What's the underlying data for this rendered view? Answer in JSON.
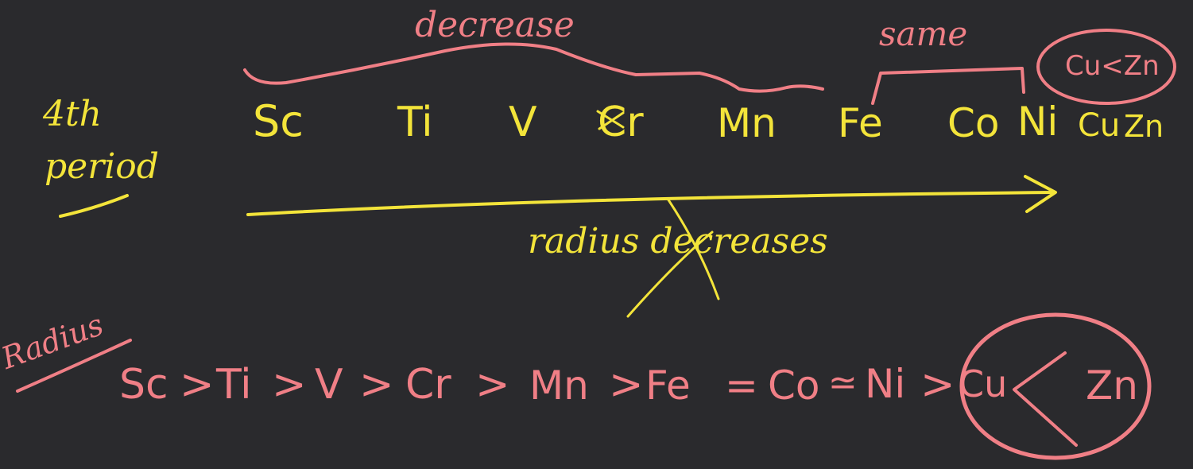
{
  "colors": {
    "background": "#2a2a2d",
    "yellow_ink": "#f3e43a",
    "pink_ink": "#f07f86"
  },
  "period_label": {
    "line1": "4th",
    "line2": "period"
  },
  "elements": [
    "Sc",
    "Ti",
    "V",
    "Cr",
    "Mn",
    "Fe",
    "Co",
    "Ni",
    "Cu",
    "Zn"
  ],
  "annotations": {
    "decrease": "decrease",
    "same": "same",
    "cu_zn_note": "Cu<Zn",
    "radius_decreases": "radius decreases"
  },
  "radius_order": {
    "label": "Radius",
    "parts": [
      "Sc",
      ">",
      "Ti",
      ">",
      "V",
      ">",
      "Cr",
      ">",
      "Mn",
      ">",
      "Fe",
      "=",
      "Co",
      "≃",
      "Ni",
      ">",
      "Cu",
      "<",
      "Zn"
    ]
  }
}
